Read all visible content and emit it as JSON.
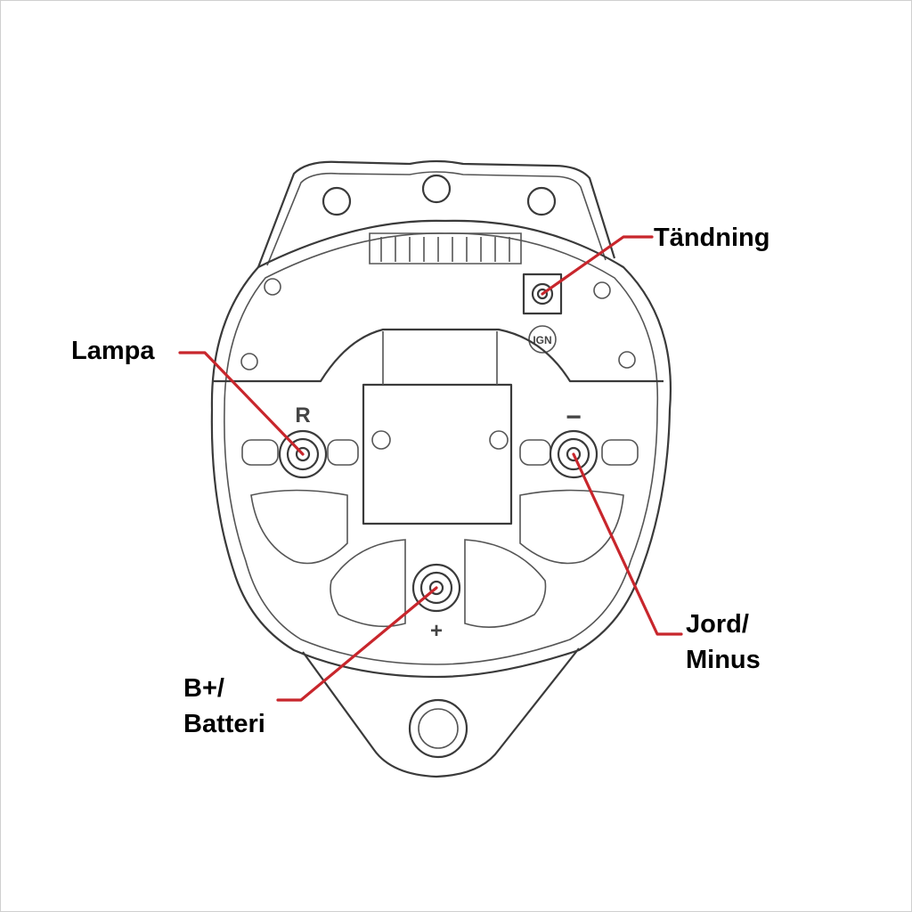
{
  "diagram": {
    "callouts": {
      "ignition": "Tändning",
      "lamp": "Lampa",
      "ground_line1": "Jord/",
      "ground_line2": "Minus",
      "battery_line1": "B+/",
      "battery_line2": "Batteri"
    },
    "terminal_marks": {
      "lamp": "R",
      "ground": "−",
      "battery": "+",
      "ignition": "IGN"
    },
    "colors": {
      "leader_line": "#c8262c",
      "outline": "#3a3a3a",
      "label_text": "#000000"
    }
  }
}
